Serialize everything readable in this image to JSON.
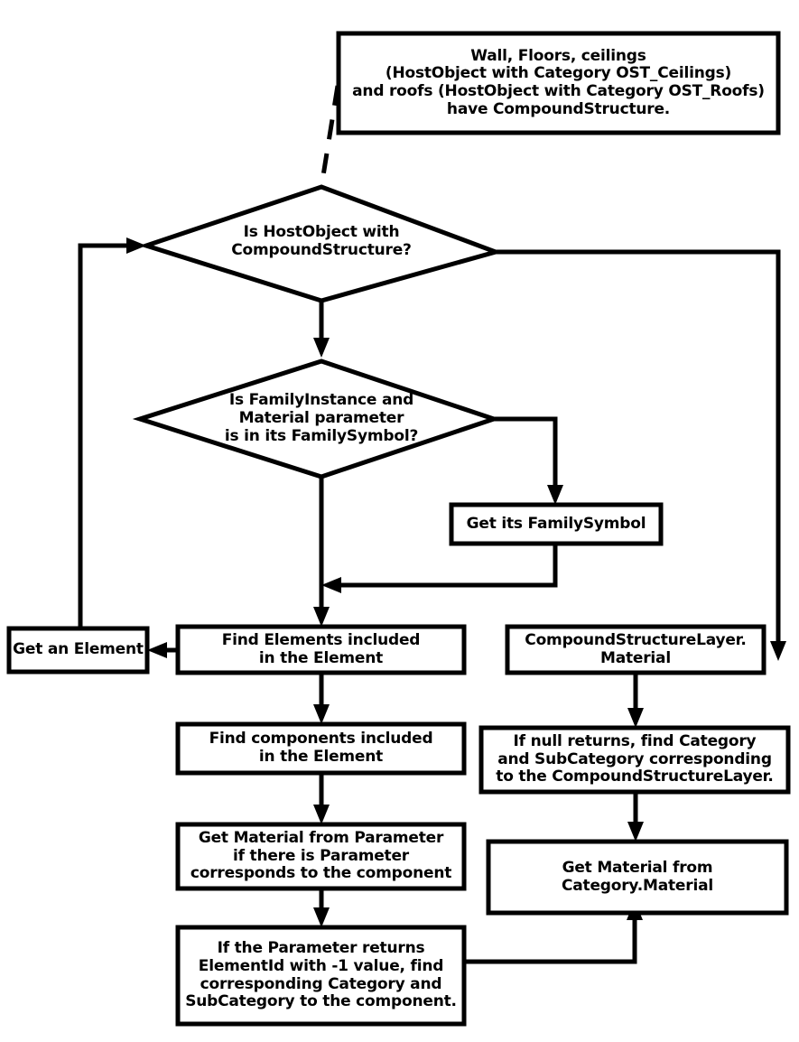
{
  "diagram": {
    "title": "Revit Material Retrieval Flowchart",
    "background_color": "#ffffff",
    "line_color": "#000000",
    "text_color": "#000000"
  },
  "nodes": {
    "note_host_object": {
      "type": "note",
      "text": "Wall, Floors, ceilings\n(HostObject with Category OST_Ceilings)\nand roofs (HostObject with Category OST_Roofs)\nhave CompoundStructure."
    },
    "decision_hostobject": {
      "type": "decision",
      "text": "Is HostObject with\nCompoundStructure?"
    },
    "decision_familyinstance": {
      "type": "decision",
      "text": "Is FamilyInstance and\nMaterial parameter\nis in its FamilySymbol?"
    },
    "get_family_symbol": {
      "type": "process",
      "text": "Get its FamilySymbol"
    },
    "get_an_element": {
      "type": "process",
      "text": "Get an Element"
    },
    "find_elements": {
      "type": "process",
      "text": "Find Elements included\nin the Element"
    },
    "compound_structure_layer_material": {
      "type": "process",
      "text": "CompoundStructureLayer.\nMaterial"
    },
    "find_components": {
      "type": "process",
      "text": "Find components included\nin the Element"
    },
    "if_null_returns": {
      "type": "process",
      "text": "If null returns, find Category\nand SubCategory corresponding\nto the CompoundStructureLayer."
    },
    "get_material_from_parameter": {
      "type": "process",
      "text": "Get Material from Parameter\nif there is Parameter\ncorresponds to the component"
    },
    "get_material_from_category": {
      "type": "process",
      "text": "Get Material from\nCategory.Material"
    },
    "if_parameter_returns": {
      "type": "process",
      "text": "If the Parameter returns\nElementId with -1 value, find\ncorresponding Category and\nSubCategory to the component."
    }
  },
  "edges": [
    {
      "name": "note-to-decision-hostobject",
      "style": "dashed",
      "arrow": false
    },
    {
      "name": "decision-hostobject-to-decision-familyinstance",
      "style": "solid",
      "arrow": true
    },
    {
      "name": "decision-hostobject-right-to-compound-structure-layer",
      "style": "solid",
      "arrow": true
    },
    {
      "name": "decision-familyinstance-right-to-get-family-symbol",
      "style": "solid",
      "arrow": true
    },
    {
      "name": "decision-familyinstance-to-find-elements",
      "style": "solid",
      "arrow": true
    },
    {
      "name": "get-family-symbol-to-main-trunk",
      "style": "solid",
      "arrow": true
    },
    {
      "name": "find-elements-to-get-an-element",
      "style": "solid",
      "arrow": true
    },
    {
      "name": "get-an-element-to-decision-hostobject",
      "style": "solid",
      "arrow": true
    },
    {
      "name": "find-elements-to-find-components",
      "style": "solid",
      "arrow": true
    },
    {
      "name": "find-components-to-get-material-from-parameter",
      "style": "solid",
      "arrow": true
    },
    {
      "name": "get-material-from-parameter-to-if-parameter-returns",
      "style": "solid",
      "arrow": true
    },
    {
      "name": "compound-structure-layer-to-if-null-returns",
      "style": "solid",
      "arrow": true
    },
    {
      "name": "if-null-returns-to-get-material-from-category",
      "style": "solid",
      "arrow": true
    },
    {
      "name": "if-parameter-returns-to-get-material-from-category",
      "style": "solid",
      "arrow": true
    }
  ]
}
